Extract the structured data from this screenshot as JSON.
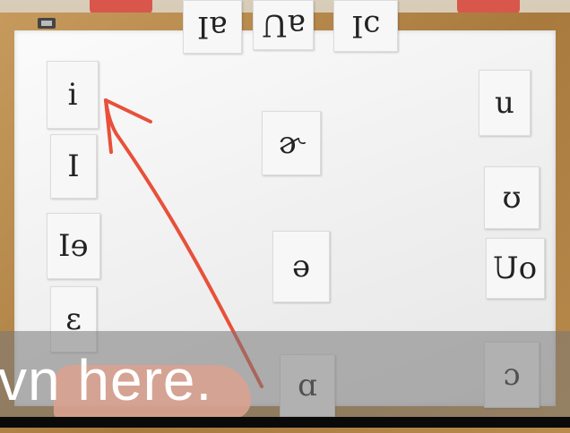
{
  "cards": {
    "top_1": "aI",
    "top_2": "aU",
    "top_3": "ɔI",
    "left_1": "i",
    "left_2": "I",
    "left_3": "eI",
    "left_4": "ɛ",
    "mid_1": "ɚ",
    "mid_2": "ə",
    "mid_3": "ɑ",
    "right_1": "u",
    "right_2": "ʊ",
    "right_3": "oU",
    "right_4": "ɔ"
  },
  "caption": "vn here.",
  "colors": {
    "arrow": "#e8503a",
    "board": "#f4f4f4",
    "frame": "#b8894a"
  }
}
